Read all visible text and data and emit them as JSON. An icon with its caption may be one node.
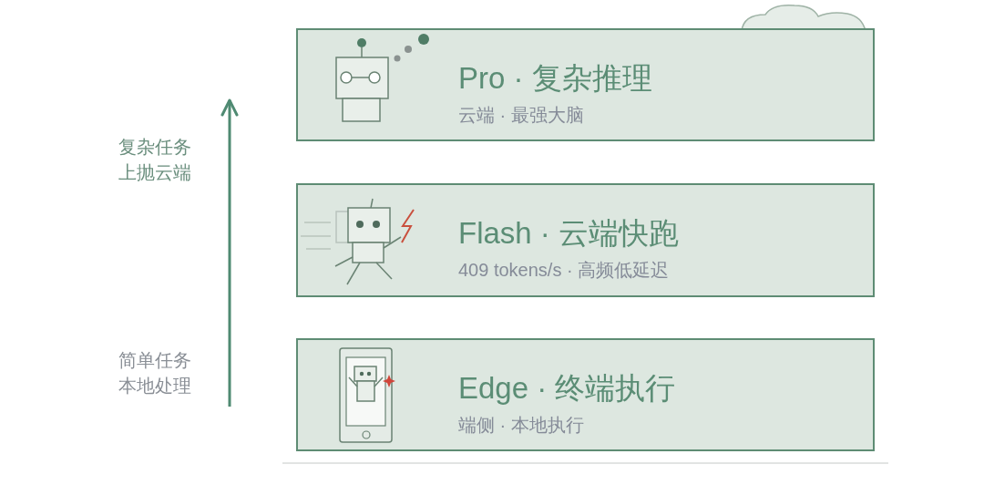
{
  "diagram": {
    "nodes": [
      {
        "text": [
          "Pro · 复杂推理",
          "云端 · 最强大脑"
        ]
      },
      {
        "text": [
          "Flash · 云端快跑",
          "409 tokens/s · 高频低延迟"
        ]
      },
      {
        "text": [
          "Edge · 终端执行",
          "端侧 · 本地执行"
        ]
      }
    ],
    "labels": [
      "复杂任务上抛云端",
      "简单任务本地处理"
    ]
  }
}
